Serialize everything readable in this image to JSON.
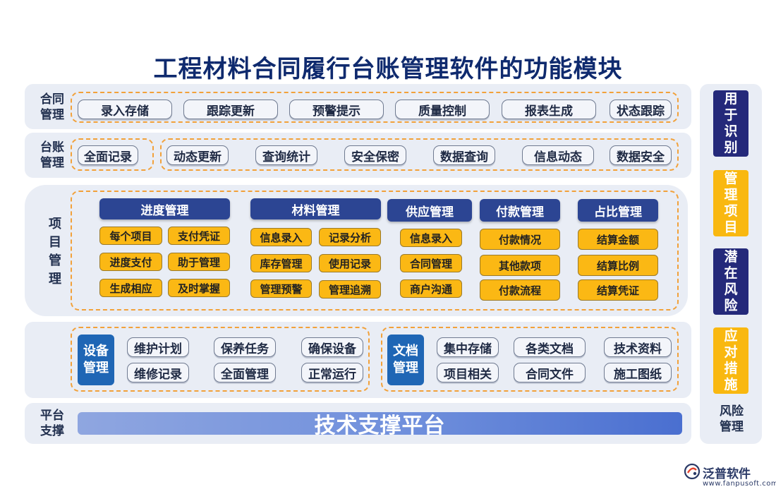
{
  "title": "工程材料合同履行台账管理软件的功能模块",
  "contract": {
    "label": "合同\n管理",
    "items": [
      "录入存储",
      "跟踪更新",
      "预警提示",
      "质量控制",
      "报表生成",
      "状态跟踪"
    ]
  },
  "ledger": {
    "label": "台账\n管理",
    "first": "全面记录",
    "items": [
      "动态更新",
      "查询统计",
      "安全保密",
      "数据查询",
      "信息动态",
      "数据安全"
    ]
  },
  "project": {
    "label": "项\n目\n管\n理",
    "groups": [
      {
        "title": "进度管理",
        "items": [
          "每个项目",
          "支付凭证",
          "进度支付",
          "助于管理",
          "生成相应",
          "及时掌握"
        ]
      },
      {
        "title": "材料管理",
        "items": [
          "信息录入",
          "记录分析",
          "库存管理",
          "使用记录",
          "管理预警",
          "管理追溯"
        ]
      },
      {
        "title": "供应管理",
        "items": [
          "信息录入",
          "合同管理",
          "商户沟通"
        ]
      },
      {
        "title": "付款管理",
        "items": [
          "付款情况",
          "其他款项",
          "付款流程"
        ]
      },
      {
        "title": "占比管理",
        "items": [
          "结算金额",
          "结算比例",
          "结算凭证"
        ]
      }
    ]
  },
  "equipment": {
    "label": "设备\n管理",
    "items": [
      "维护计划",
      "保养任务",
      "确保设备",
      "维修记录",
      "全面管理",
      "正常运行"
    ]
  },
  "docs": {
    "label": "文档\n管理",
    "items": [
      "集中存储",
      "各类文档",
      "技术资料",
      "项目相关",
      "合同文件",
      "施工图纸"
    ]
  },
  "platform": {
    "label": "平台\n支撑",
    "bar": "技术支撑平台"
  },
  "risk": {
    "blocks": [
      "用\n于\n识\n别",
      "管\n理\n项\n目",
      "潜\n在\n风\n险",
      "应\n对\n措\n施"
    ],
    "label": "风险\n管理"
  },
  "brand": {
    "name": "泛普软件",
    "url": "www.fanpusoft.com"
  },
  "colors": {
    "navy": "#24297a",
    "gold": "#f9b810",
    "blue_header": "#2c4593",
    "dash_orange": "#f2a13a",
    "band_bg": "#e9edf5"
  }
}
